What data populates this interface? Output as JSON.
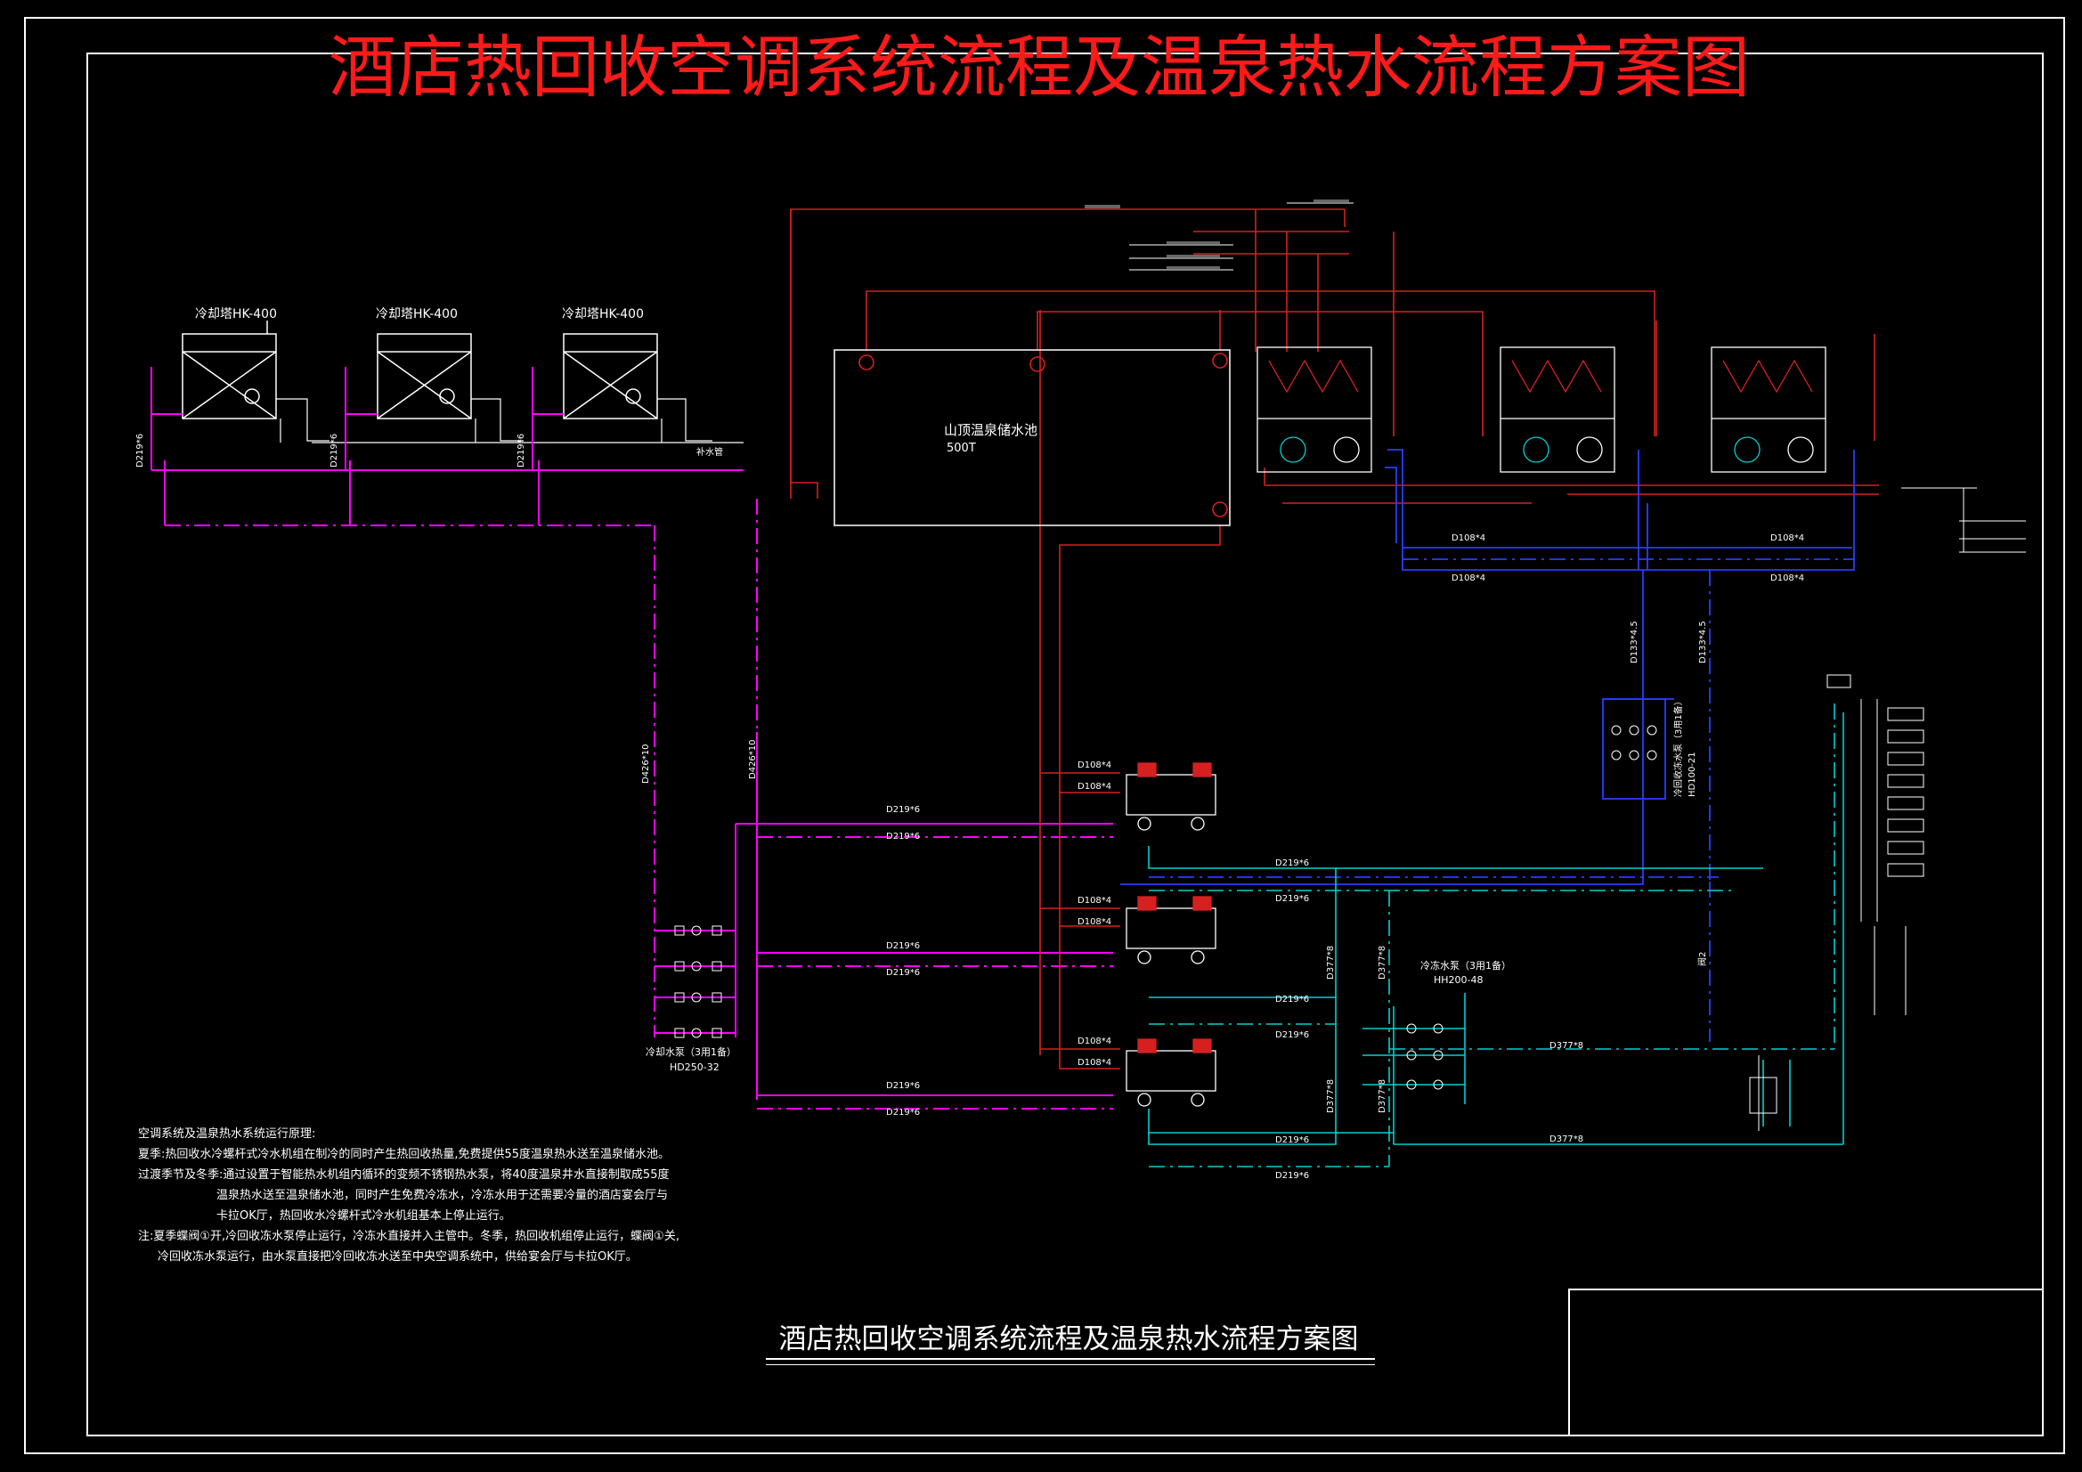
{
  "title": "酒店热回收空调系统流程及温泉热水流程方案图",
  "bottom_title": "酒店热回收空调系统流程及温泉热水流程方案图",
  "colors": {
    "background": "#000000",
    "title_red": "#ff1a1a",
    "hot_water_red": "#d62020",
    "cooling_water_magenta": "#ff00ff",
    "chilled_water_cyan": "#00d0d0",
    "recovery_blue": "#2a3cff",
    "frame_white": "#ffffff"
  },
  "cooling_towers": [
    {
      "label": "冷却塔HK-400"
    },
    {
      "label": "冷却塔HK-400"
    },
    {
      "label": "冷却塔HK-400"
    }
  ],
  "tank": {
    "name": "山顶温泉储水池",
    "capacity": "500T"
  },
  "labels": {
    "makeup_pipe": "补水管",
    "cooling_pump": "冷却水泵（3用1备）",
    "cooling_pump_model": "HD250-32",
    "chilled_pump": "冷冻水泵（3用1备）",
    "chilled_pump_model": "HH200-48",
    "recovery_pump": "冷回收冻水泵（3用1备）",
    "recovery_pump_model": "HD100-21",
    "valve_2": "阀2"
  },
  "pipe_labels": {
    "d219_6": "D219*6",
    "d426_10": "D426*10",
    "d108_4": "D108*4",
    "d133_4_5": "D133*4.5",
    "d377_8": "D377*8"
  },
  "notes": {
    "heading": "空调系统及温泉热水系统运行原理:",
    "summer": "夏季:热回收水冷螺杆式冷水机组在制冷的同时产生热回收热量,免费提供55度温泉热水送至温泉储水池。",
    "transition_1": "过渡季节及冬季:通过设置于智能热水机组内循环的变频不锈钢热水泵，将40度温泉井水直接制取成55度",
    "transition_2": "温泉热水送至温泉储水池，同时产生免费冷冻水，冷冻水用于还需要冷量的酒店宴会厅与",
    "transition_3": "卡拉OK厅，热回收水冷螺杆式冷水机组基本上停止运行。",
    "remark_1": "注:夏季蝶阀①开,冷回收冻水泵停止运行，冷冻水直接并入主管中。冬季，热回收机组停止运行，蝶阀①关,",
    "remark_2": "冷回收冻水泵运行，由水泵直接把冷回收冻水送至中央空调系统中，供给宴会厅与卡拉OK厅。"
  }
}
